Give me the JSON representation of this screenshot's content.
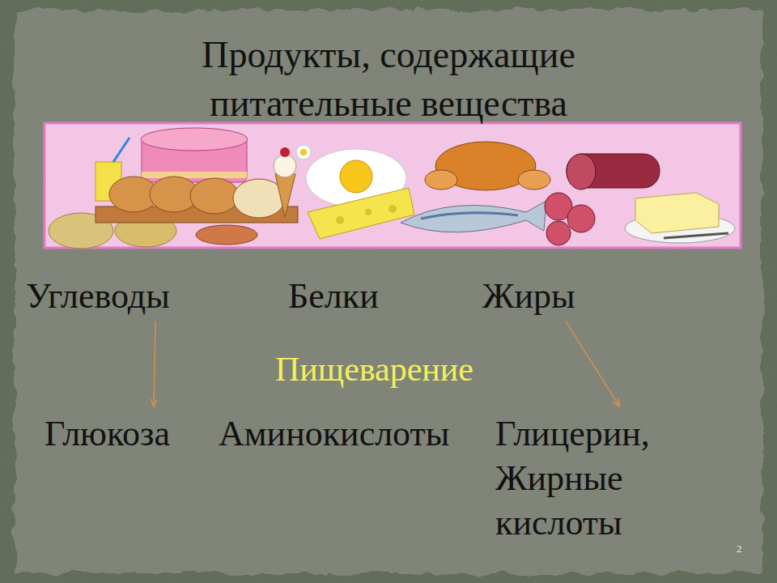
{
  "diagram": {
    "title": "Продукты, содержащие питательные вещества",
    "nodes": [
      {
        "text": [
          "Углеводы"
        ]
      },
      {
        "text": [
          "Белки"
        ]
      },
      {
        "text": [
          "Жиры"
        ]
      },
      {
        "text": [
          "Глюкоза"
        ]
      },
      {
        "text": [
          "Аминокислоты"
        ]
      },
      {
        "text": [
          "Глицерин, Жирные кислоты"
        ]
      }
    ],
    "edges": [
      {
        "from": 0,
        "to": 3,
        "arrow": "to"
      },
      {
        "from": 2,
        "to": 5,
        "arrow": "to"
      }
    ],
    "labels": [
      "Пищеварение",
      "2"
    ]
  }
}
